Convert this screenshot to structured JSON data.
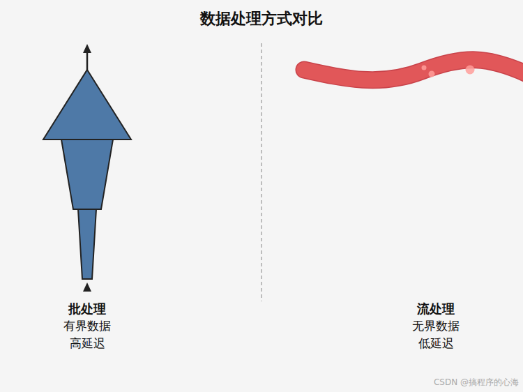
{
  "diagram": {
    "title": "数据处理方式对比",
    "nodes": [
      {
        "text": [
          "批处理",
          "有界数据",
          "高延迟"
        ]
      },
      {
        "text": [
          "流处理",
          "无界数据",
          "低延迟"
        ]
      }
    ],
    "labels": [
      "CSDN @搞程序的心海"
    ]
  }
}
